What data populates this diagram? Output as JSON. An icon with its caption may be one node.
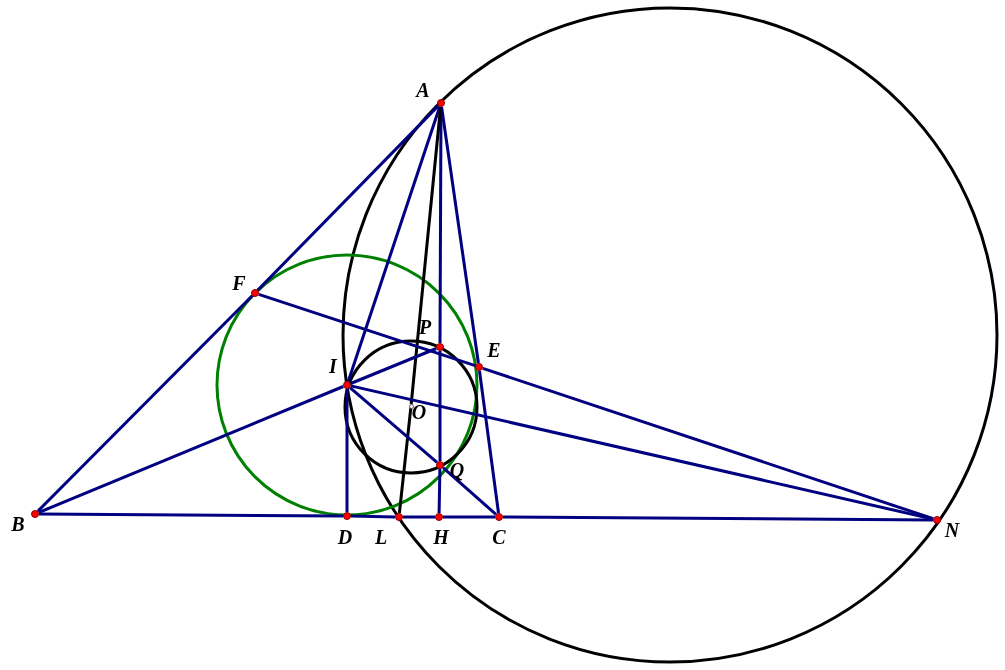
{
  "diagram": {
    "nodes": [
      {
        "text": [
          "A"
        ]
      },
      {
        "text": [
          "F"
        ]
      },
      {
        "text": [
          "E"
        ]
      },
      {
        "text": [
          "P"
        ]
      },
      {
        "text": [
          "I"
        ]
      },
      {
        "text": [
          "O"
        ]
      },
      {
        "text": [
          "Q"
        ]
      },
      {
        "text": [
          "B"
        ]
      },
      {
        "text": [
          "D"
        ]
      },
      {
        "text": [
          "L"
        ]
      },
      {
        "text": [
          "H"
        ]
      },
      {
        "text": [
          "C"
        ]
      },
      {
        "text": [
          "N"
        ]
      }
    ],
    "edges": [
      {
        "from": 0,
        "to": 1,
        "arrow": "none"
      },
      {
        "from": 1,
        "to": 7,
        "arrow": "none"
      },
      {
        "from": 7,
        "to": 8,
        "arrow": "none"
      },
      {
        "from": 8,
        "to": 9,
        "arrow": "none"
      },
      {
        "from": 9,
        "to": 10,
        "arrow": "none"
      },
      {
        "from": 10,
        "to": 11,
        "arrow": "none"
      },
      {
        "from": 11,
        "to": 12,
        "arrow": "none"
      },
      {
        "from": 0,
        "to": 2,
        "arrow": "none"
      },
      {
        "from": 2,
        "to": 11,
        "arrow": "none"
      },
      {
        "from": 0,
        "to": 4,
        "arrow": "none"
      },
      {
        "from": 0,
        "to": 3,
        "arrow": "none"
      },
      {
        "from": 3,
        "to": 6,
        "arrow": "none"
      },
      {
        "from": 6,
        "to": 10,
        "arrow": "none"
      },
      {
        "from": 0,
        "to": 5,
        "arrow": "none",
        "color": "#000000"
      },
      {
        "from": 5,
        "to": 9,
        "arrow": "none",
        "color": "#000000"
      },
      {
        "from": 7,
        "to": 4,
        "arrow": "none"
      },
      {
        "from": 4,
        "to": 3,
        "arrow": "none"
      },
      {
        "from": 1,
        "to": 2,
        "arrow": "none"
      },
      {
        "from": 2,
        "to": 12,
        "arrow": "none"
      },
      {
        "from": 4,
        "to": 12,
        "arrow": "none"
      },
      {
        "from": 4,
        "to": 6,
        "arrow": "none"
      },
      {
        "from": 6,
        "to": 11,
        "arrow": "none"
      },
      {
        "from": 4,
        "to": 8,
        "arrow": "none"
      }
    ]
  }
}
